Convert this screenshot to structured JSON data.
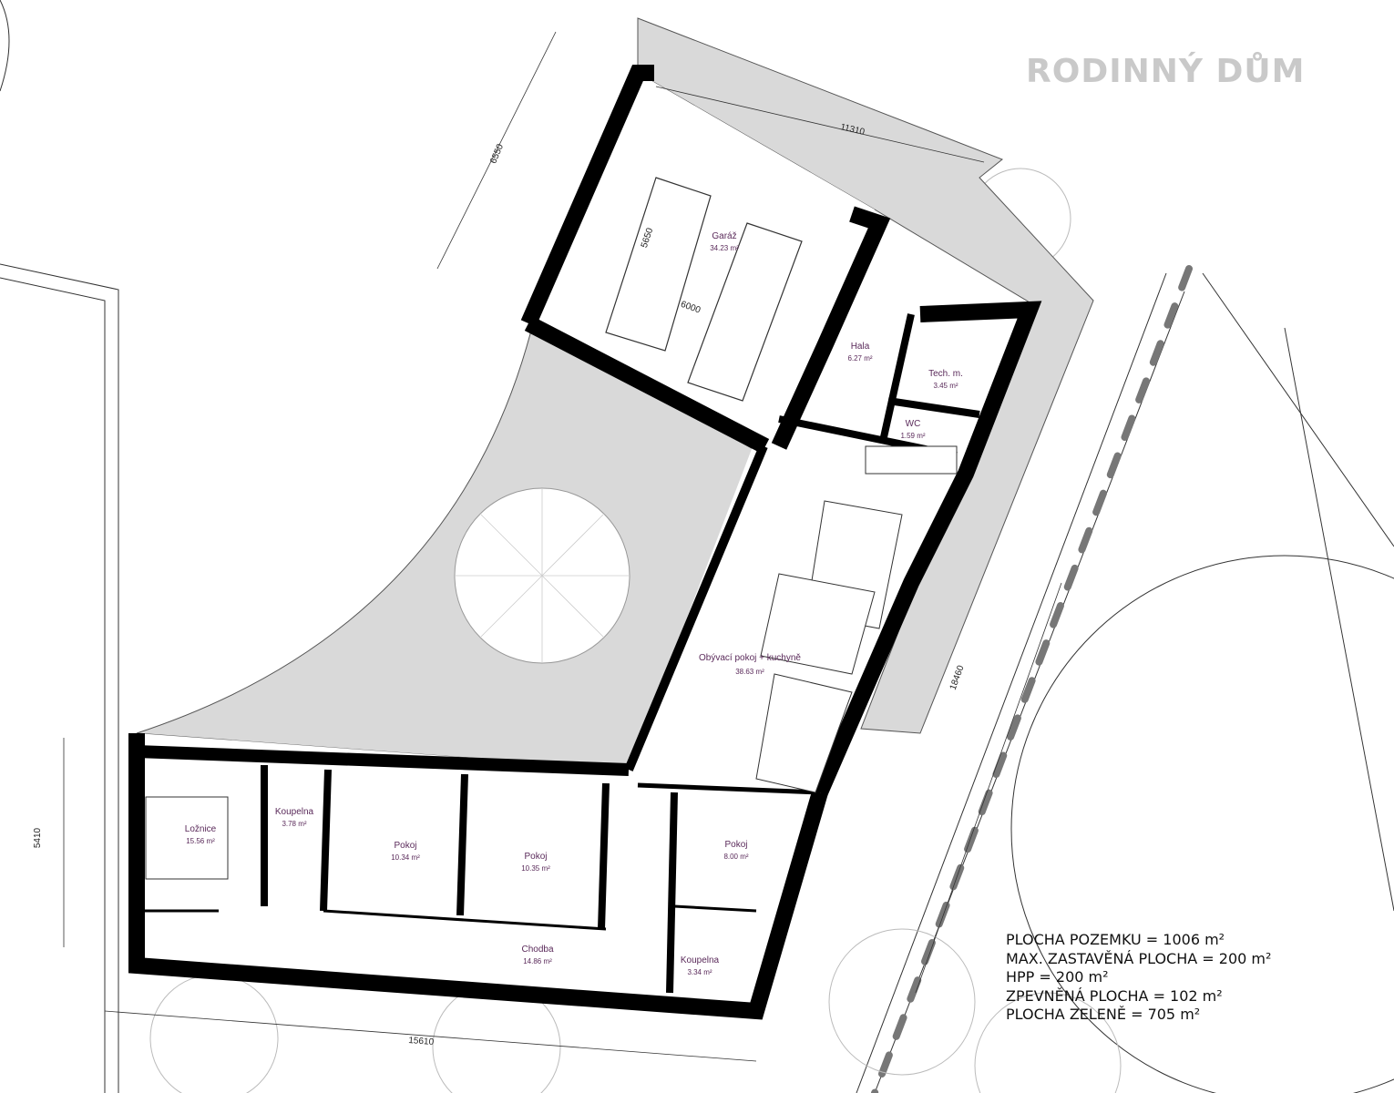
{
  "title": "RODINNÝ DŮM",
  "colors": {
    "paved": "#d9d9d9",
    "wall": "#000000",
    "room_label": "#5a2a5a",
    "title": "#c9c9c9"
  },
  "rooms": [
    {
      "name": "Garáž",
      "area": "34.23 m²"
    },
    {
      "name": "Hala",
      "area": "6.27 m²"
    },
    {
      "name": "Tech. m.",
      "area": "3.45 m²"
    },
    {
      "name": "WC",
      "area": "1.59 m²"
    },
    {
      "name": "Obývací pokoj + kuchyně",
      "area": "38.63 m²"
    },
    {
      "name": "Ložnice",
      "area": "15.56 m²"
    },
    {
      "name": "Koupelna",
      "area": "3.78 m²"
    },
    {
      "name": "Pokoj",
      "area": "10.34 m²"
    },
    {
      "name": "Pokoj",
      "area": "10.35 m²"
    },
    {
      "name": "Pokoj",
      "area": "8.00 m²"
    },
    {
      "name": "Chodba",
      "area": "14.86 m²"
    },
    {
      "name": "Koupelna",
      "area": "3.34 m²"
    }
  ],
  "dimensions": [
    "6550",
    "11310",
    "5650",
    "6000",
    "18460",
    "5410",
    "15610"
  ],
  "stats": [
    "PLOCHA POZEMKU = 1006 m²",
    "MAX. ZASTAVĚNÁ PLOCHA = 200 m²",
    "HPP = 200 m²",
    "ZPEVNĚNÁ PLOCHA = 102 m²",
    "PLOCHA ZELENĚ = 705 m²"
  ]
}
